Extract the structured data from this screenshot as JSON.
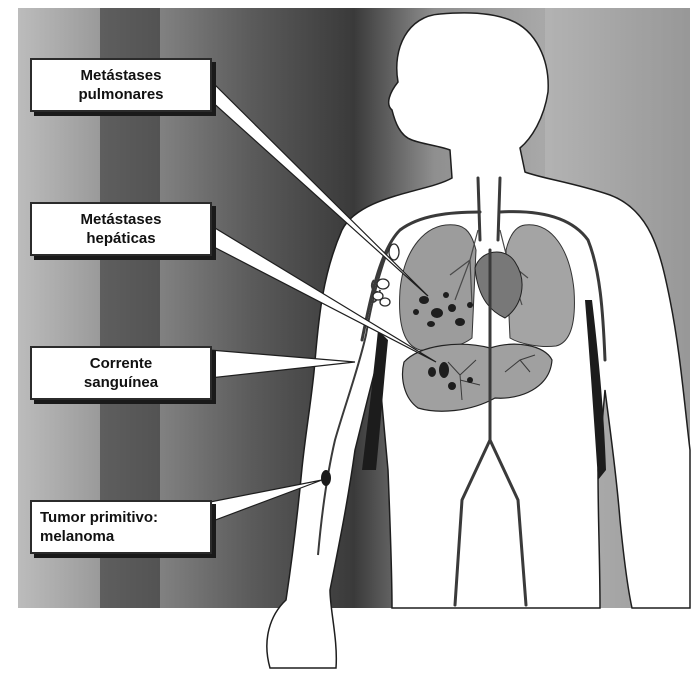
{
  "labels": {
    "pulmonary": {
      "line1": "Metástases",
      "line2": "pulmonares"
    },
    "hepatic": {
      "line1": "Metástases",
      "line2": "hepáticas"
    },
    "bloodstream": {
      "line1": "Corrente",
      "line2": "sanguínea"
    },
    "primary": {
      "line1": "Tumor primitivo:",
      "line2": "melanoma"
    }
  },
  "colors": {
    "background_dark": "#3c3c3c",
    "background_mid": "#8c8c8c",
    "background_light": "#bdbdbd",
    "body_fill": "#ffffff",
    "organ_fill": "#9c9c9c",
    "heart_fill": "#7a7a7a",
    "metastasis": "#202020"
  }
}
